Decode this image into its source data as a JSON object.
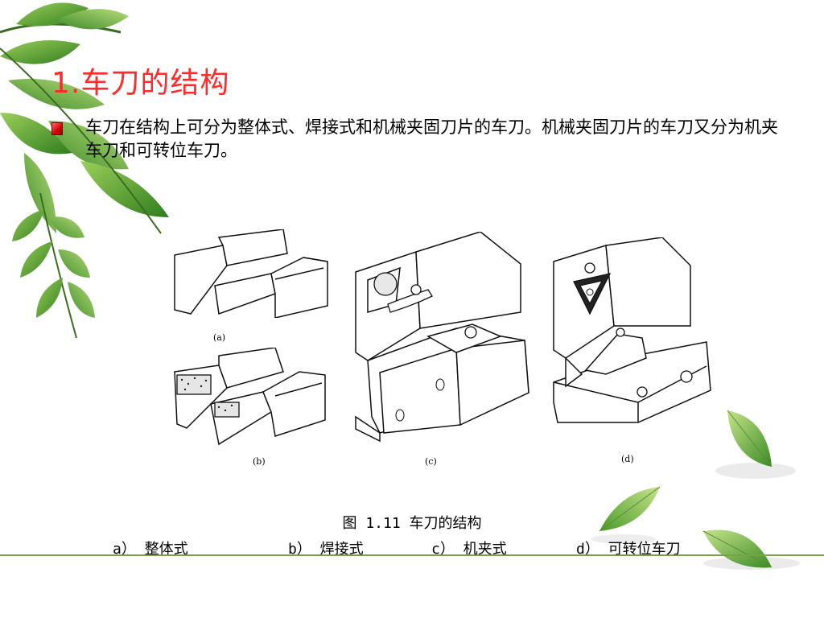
{
  "slide": {
    "title": "1.车刀的结构",
    "body": "车刀在结构上可分为整体式、焊接式和机械夹固刀片的车刀。机械夹固刀片的车刀又分为机夹车刀和可转位车刀。",
    "figure": {
      "labels": {
        "a": "(a)",
        "b": "(b)",
        "c": "(c)",
        "d": "(d)"
      },
      "caption": "图 1.11  车刀的结构",
      "legend": [
        "a） 整体式",
        "b） 焊接式",
        "c） 机夹式",
        "d） 可转位车刀"
      ]
    },
    "colors": {
      "title": "#ff2a2a",
      "bullet": "#d40000",
      "leaf": "#3f8f2a",
      "rule": "#7aa14a"
    },
    "icons": [
      "leaf-branch-decoration",
      "leaf-decoration",
      "square-bullet-icon"
    ]
  }
}
